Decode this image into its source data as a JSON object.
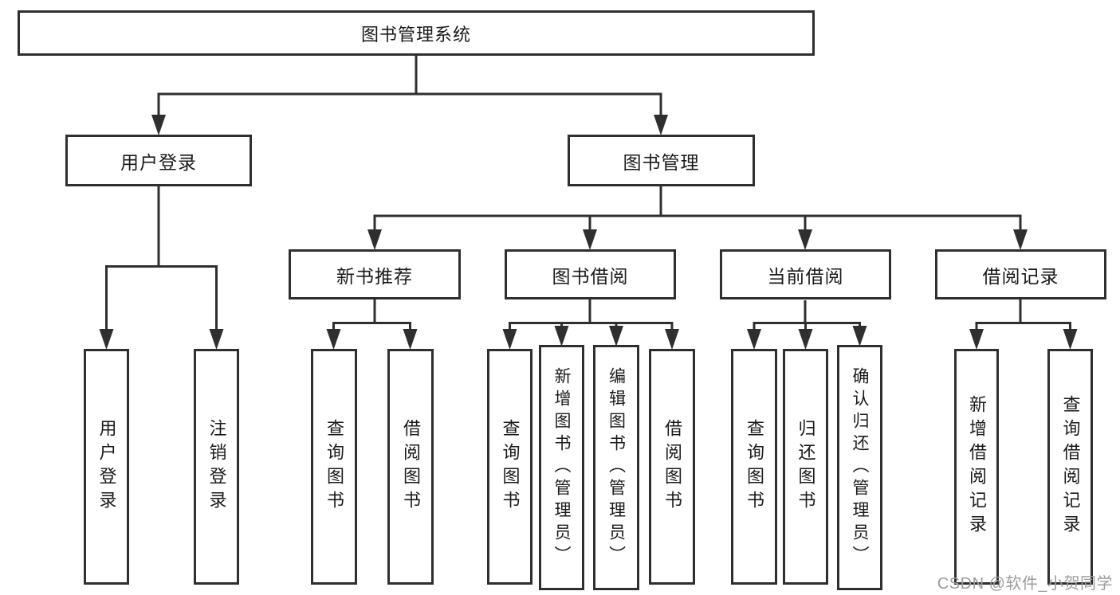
{
  "diagram_title": "图书管理系统",
  "tree": {
    "root": {
      "label": "图书管理系统"
    },
    "children": [
      {
        "label": "用户登录",
        "children": [
          "用户登录",
          "注销登录"
        ]
      },
      {
        "label": "图书管理",
        "children": [
          {
            "label": "新书推荐",
            "children": [
              "查询图书",
              "借阅图书"
            ]
          },
          {
            "label": "图书借阅",
            "children": [
              "查询图书",
              "新增图书（管理员）",
              "编辑图书（管理员）",
              "借阅图书"
            ]
          },
          {
            "label": "当前借阅",
            "children": [
              "查询图书",
              "归还图书",
              "确认归还（管理员）"
            ]
          },
          {
            "label": "借阅记录",
            "children": [
              "新增借阅记录",
              "查询借阅记录"
            ]
          }
        ]
      }
    ]
  },
  "watermark": {
    "text": "CSDN @软件_小贺同学"
  },
  "colors": {
    "line": "#2f2f2f",
    "text": "#1a1a1a",
    "watermark": "#9c9c9c",
    "background": "#ffffff"
  }
}
